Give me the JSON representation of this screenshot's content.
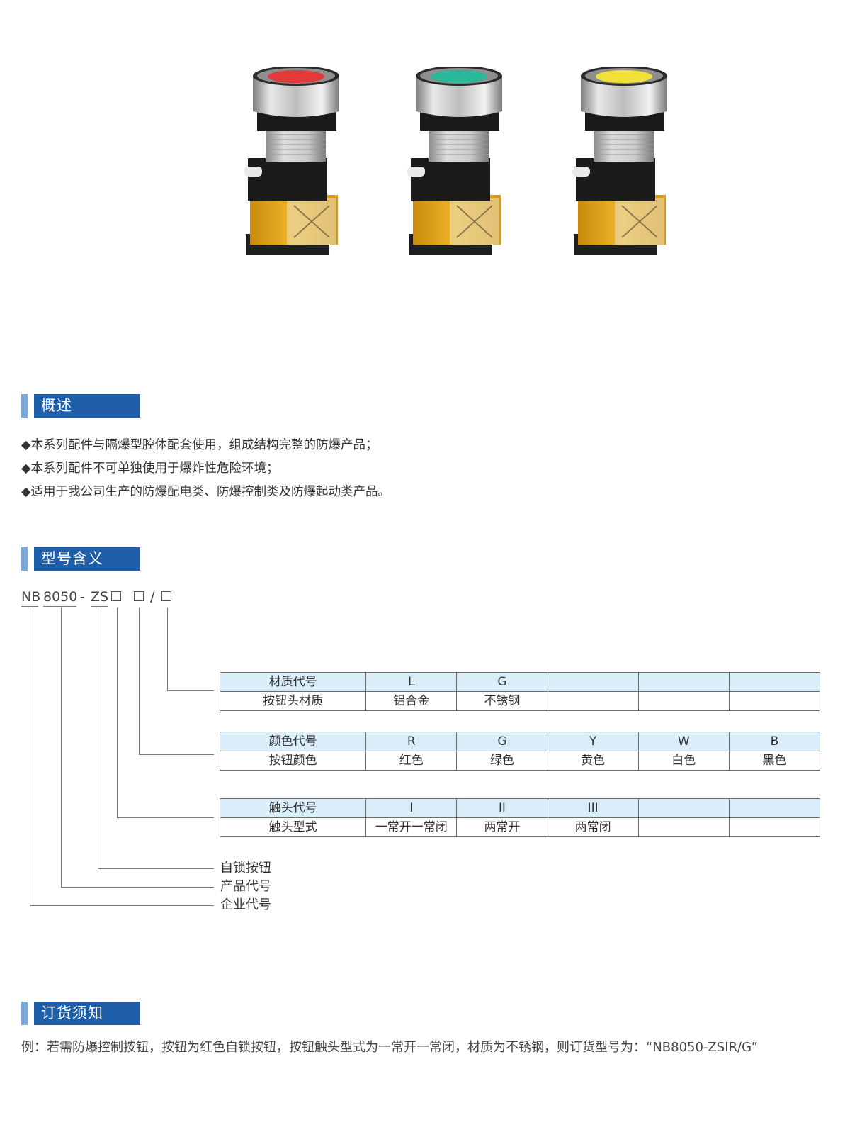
{
  "colors": {
    "section_header": "#1f5ea8",
    "section_accent": "#7ba8d6",
    "table_header_bg": "#daeefa",
    "button_red": "#e23a3a",
    "button_green": "#2ab79a",
    "button_yellow": "#f2e03a"
  },
  "products": [
    {
      "color": "red"
    },
    {
      "color": "green"
    },
    {
      "color": "yellow"
    }
  ],
  "overview": {
    "title": "概述",
    "items": [
      "◆本系列配件与隔爆型腔体配套使用，组成结构完整的防爆产品；",
      "◆本系列配件不可单独使用于爆炸性危险环境；",
      "◆适用于我公司生产的防爆配电类、防爆控制类及防爆起动类产品。"
    ]
  },
  "model_meaning": {
    "title": "型号含义",
    "code_parts": {
      "enterprise": "NB",
      "product": "8050",
      "dash": "-",
      "series": "ZS",
      "slash": "/"
    },
    "tables": [
      {
        "header": [
          "材质代号",
          "L",
          "G",
          "",
          "",
          ""
        ],
        "body": [
          "按钮头材质",
          "铝合金",
          "不锈钢",
          "",
          "",
          ""
        ]
      },
      {
        "header": [
          "颜色代号",
          "R",
          "G",
          "Y",
          "W",
          "B"
        ],
        "body": [
          "按钮颜色",
          "红色",
          "绿色",
          "黄色",
          "白色",
          "黑色"
        ]
      },
      {
        "header": [
          "触头代号",
          "I",
          "II",
          "III",
          "",
          ""
        ],
        "body": [
          "触头型式",
          "一常开一常闭",
          "两常开",
          "两常闭",
          "",
          ""
        ]
      }
    ],
    "legend": [
      "自锁按钮",
      "产品代号",
      "企业代号"
    ]
  },
  "ordering": {
    "title": "订货须知",
    "text": "例：若需防爆控制按钮，按钮为红色自锁按钮，按钮触头型式为一常开一常闭，材质为不锈钢，则订货型号为：“NB8050-ZSIR/G”"
  }
}
